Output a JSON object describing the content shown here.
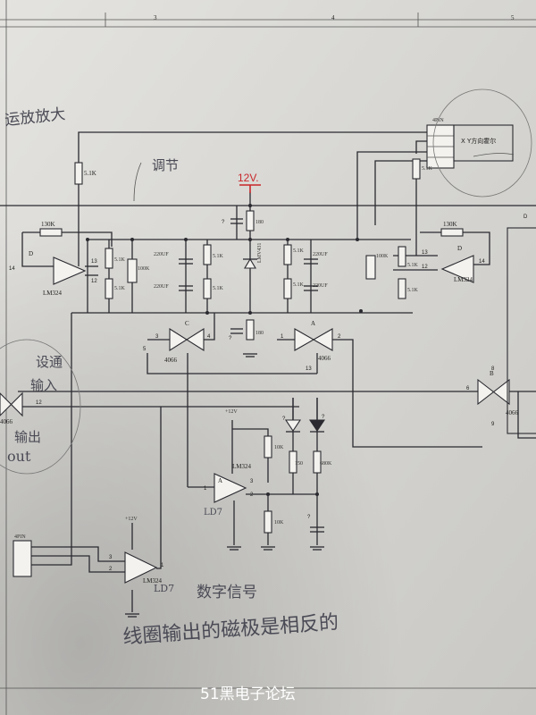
{
  "grid": {
    "top_numbers": [
      "3",
      "4",
      "5"
    ]
  },
  "labels": {
    "r_top": "5.1K",
    "r_130k_left": "130K",
    "r_130k_right": "130K",
    "r_5k1_a": "5.1K",
    "r_5k1_b": "5.1K",
    "r_100k_left": "100K",
    "cap_220_a": "220UF",
    "cap_220_b": "220UF",
    "r_5k1_c": "5.1K",
    "r_5k1_d": "5.1K",
    "r_180_top": "180",
    "lmv": "LMV431",
    "r_180_bottom": "180",
    "r_5k1_e": "5.1K",
    "r_5k1_f": "5.1K",
    "cap_220_c": "220UF",
    "cap_220_d": "220UF",
    "r_100k_right": "100K",
    "r_5k1_g": "5.1K",
    "r_5k1_h": "5.1K",
    "r_5k1_vert": "5.1K",
    "opamp_left_label": "D",
    "opamp_left_name": "LM324",
    "opamp_right_label": "D",
    "opamp_right_name": "LM324",
    "opamp_mid_name": "LM324",
    "opamp_mid_label": "A",
    "opamp_bottom_name": "LM324",
    "sw_left_ref": "C",
    "sw_left_name": "4066",
    "sw_mid_ref": "A",
    "sw_mid_name": "4066",
    "sw_right_name": "4066",
    "sw_right_ref": "B",
    "sw_edge_name": "4066",
    "r_10k_a": "10K",
    "r_150": "150",
    "r_680k": "680K",
    "r_10k_b": "10K",
    "v_12_a": "+12V",
    "v_12_b": "+12V",
    "connector_top": "4PIN",
    "connector_top_text": "X Y方向霍尔",
    "connector_bottom": "4PIN",
    "pin_14_l": "14",
    "pin_13_l": "13",
    "pin_12_l": "12",
    "pin_13_r": "13",
    "pin_12_r": "12",
    "pin_14_r": "14",
    "pin_3_c": "3",
    "pin_4_c": "4",
    "pin_1_a": "1",
    "pin_2_a": "2",
    "pin_13_a": "13",
    "pin_6_b": "6",
    "pin_9_b": "9",
    "pin_8_b": "8",
    "pin_5_c": "5",
    "pin_12_edge": "12",
    "pin_3_m": "3",
    "pin_2_m": "2",
    "pin_1_m": "1",
    "pin_3_b": "3",
    "pin_2_b": "2",
    "pin_1_b": "1",
    "q1": "?",
    "q2": "?",
    "q3": "?",
    "q4": "?",
    "q5": "?",
    "d_mark": "D"
  },
  "annotations": {
    "red_12v": "12V."
  },
  "handwriting": {
    "top_left": "运放放大",
    "adjust": "调节",
    "left_mid": "设通",
    "left_mid2": "输入",
    "left_low": "输出",
    "left_out": "out",
    "bottom_a": "数字信号",
    "bottom_b": "线圈输出的磁极是相反的",
    "ld27": "LD7"
  },
  "watermark": "51黑电子论坛"
}
